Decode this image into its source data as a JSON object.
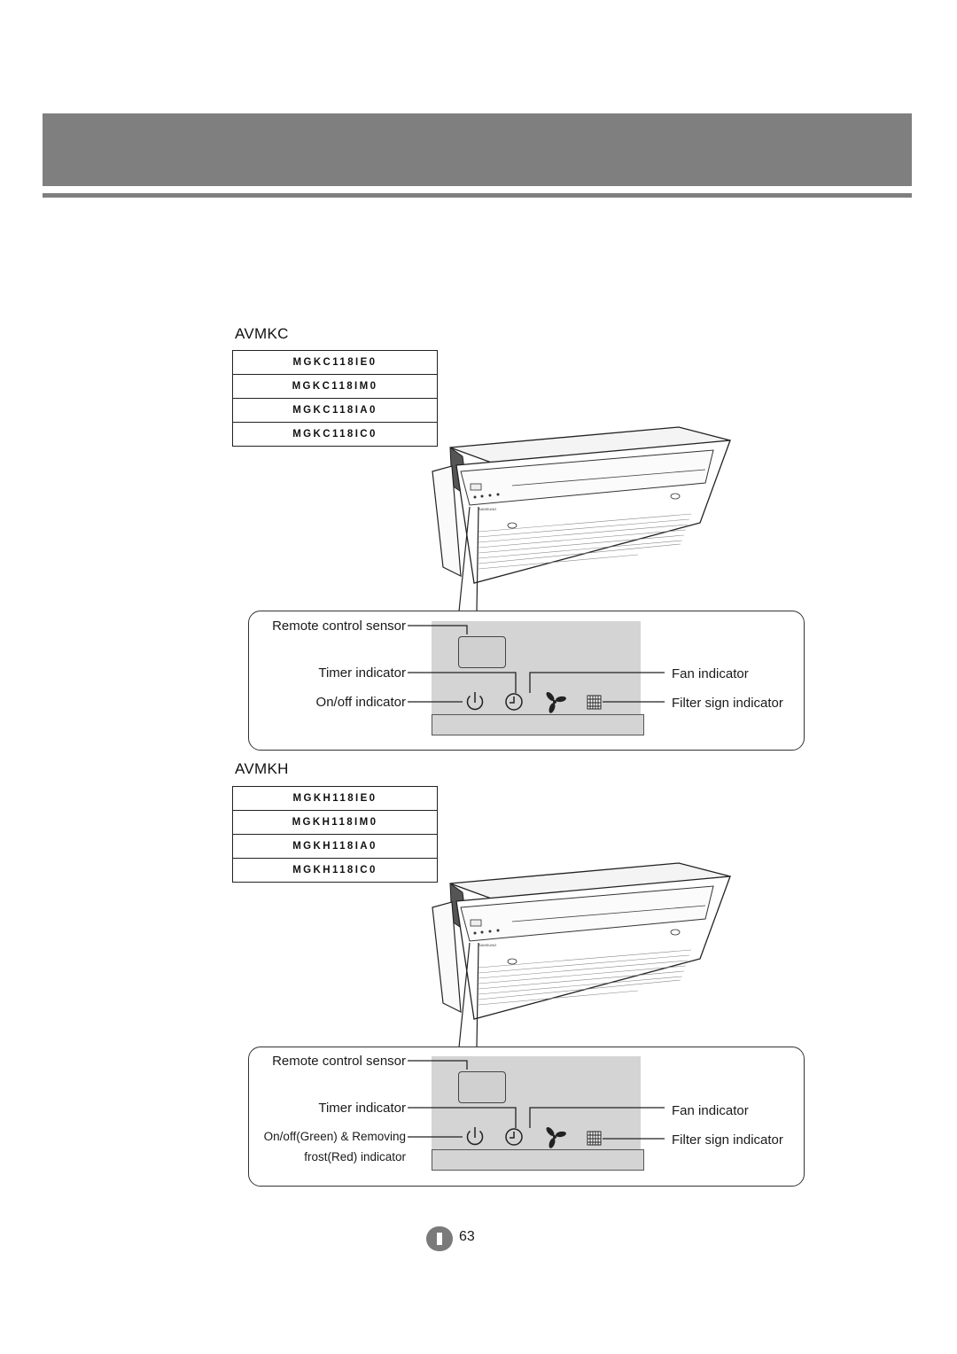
{
  "page": {
    "number": "63"
  },
  "sections": [
    {
      "series": "AVMKC",
      "models": [
        "MGKC118IE0",
        "MGKC118IM0",
        "MGKC118IA0",
        "MGKC118IC0"
      ],
      "labels": {
        "remote_sensor": "Remote control sensor",
        "timer": "Timer indicator",
        "onoff": "On/off indicator",
        "onoff_line2": "",
        "fan": "Fan indicator",
        "filter": "Filter sign indicator"
      }
    },
    {
      "series": "AVMKH",
      "models": [
        "MGKH118IE0",
        "MGKH118IM0",
        "MGKH118IA0",
        "MGKH118IC0"
      ],
      "labels": {
        "remote_sensor": "Remote control sensor",
        "timer": "Timer indicator",
        "onoff": "On/off(Green) & Removing",
        "onoff_line2": "frost(Red) indicator",
        "fan": "Fan indicator",
        "filter": "Filter sign indicator"
      }
    }
  ],
  "unit_logo_text": "SAMSUNG",
  "icons": [
    "power-icon",
    "timer-icon",
    "fan-icon",
    "filter-icon"
  ]
}
